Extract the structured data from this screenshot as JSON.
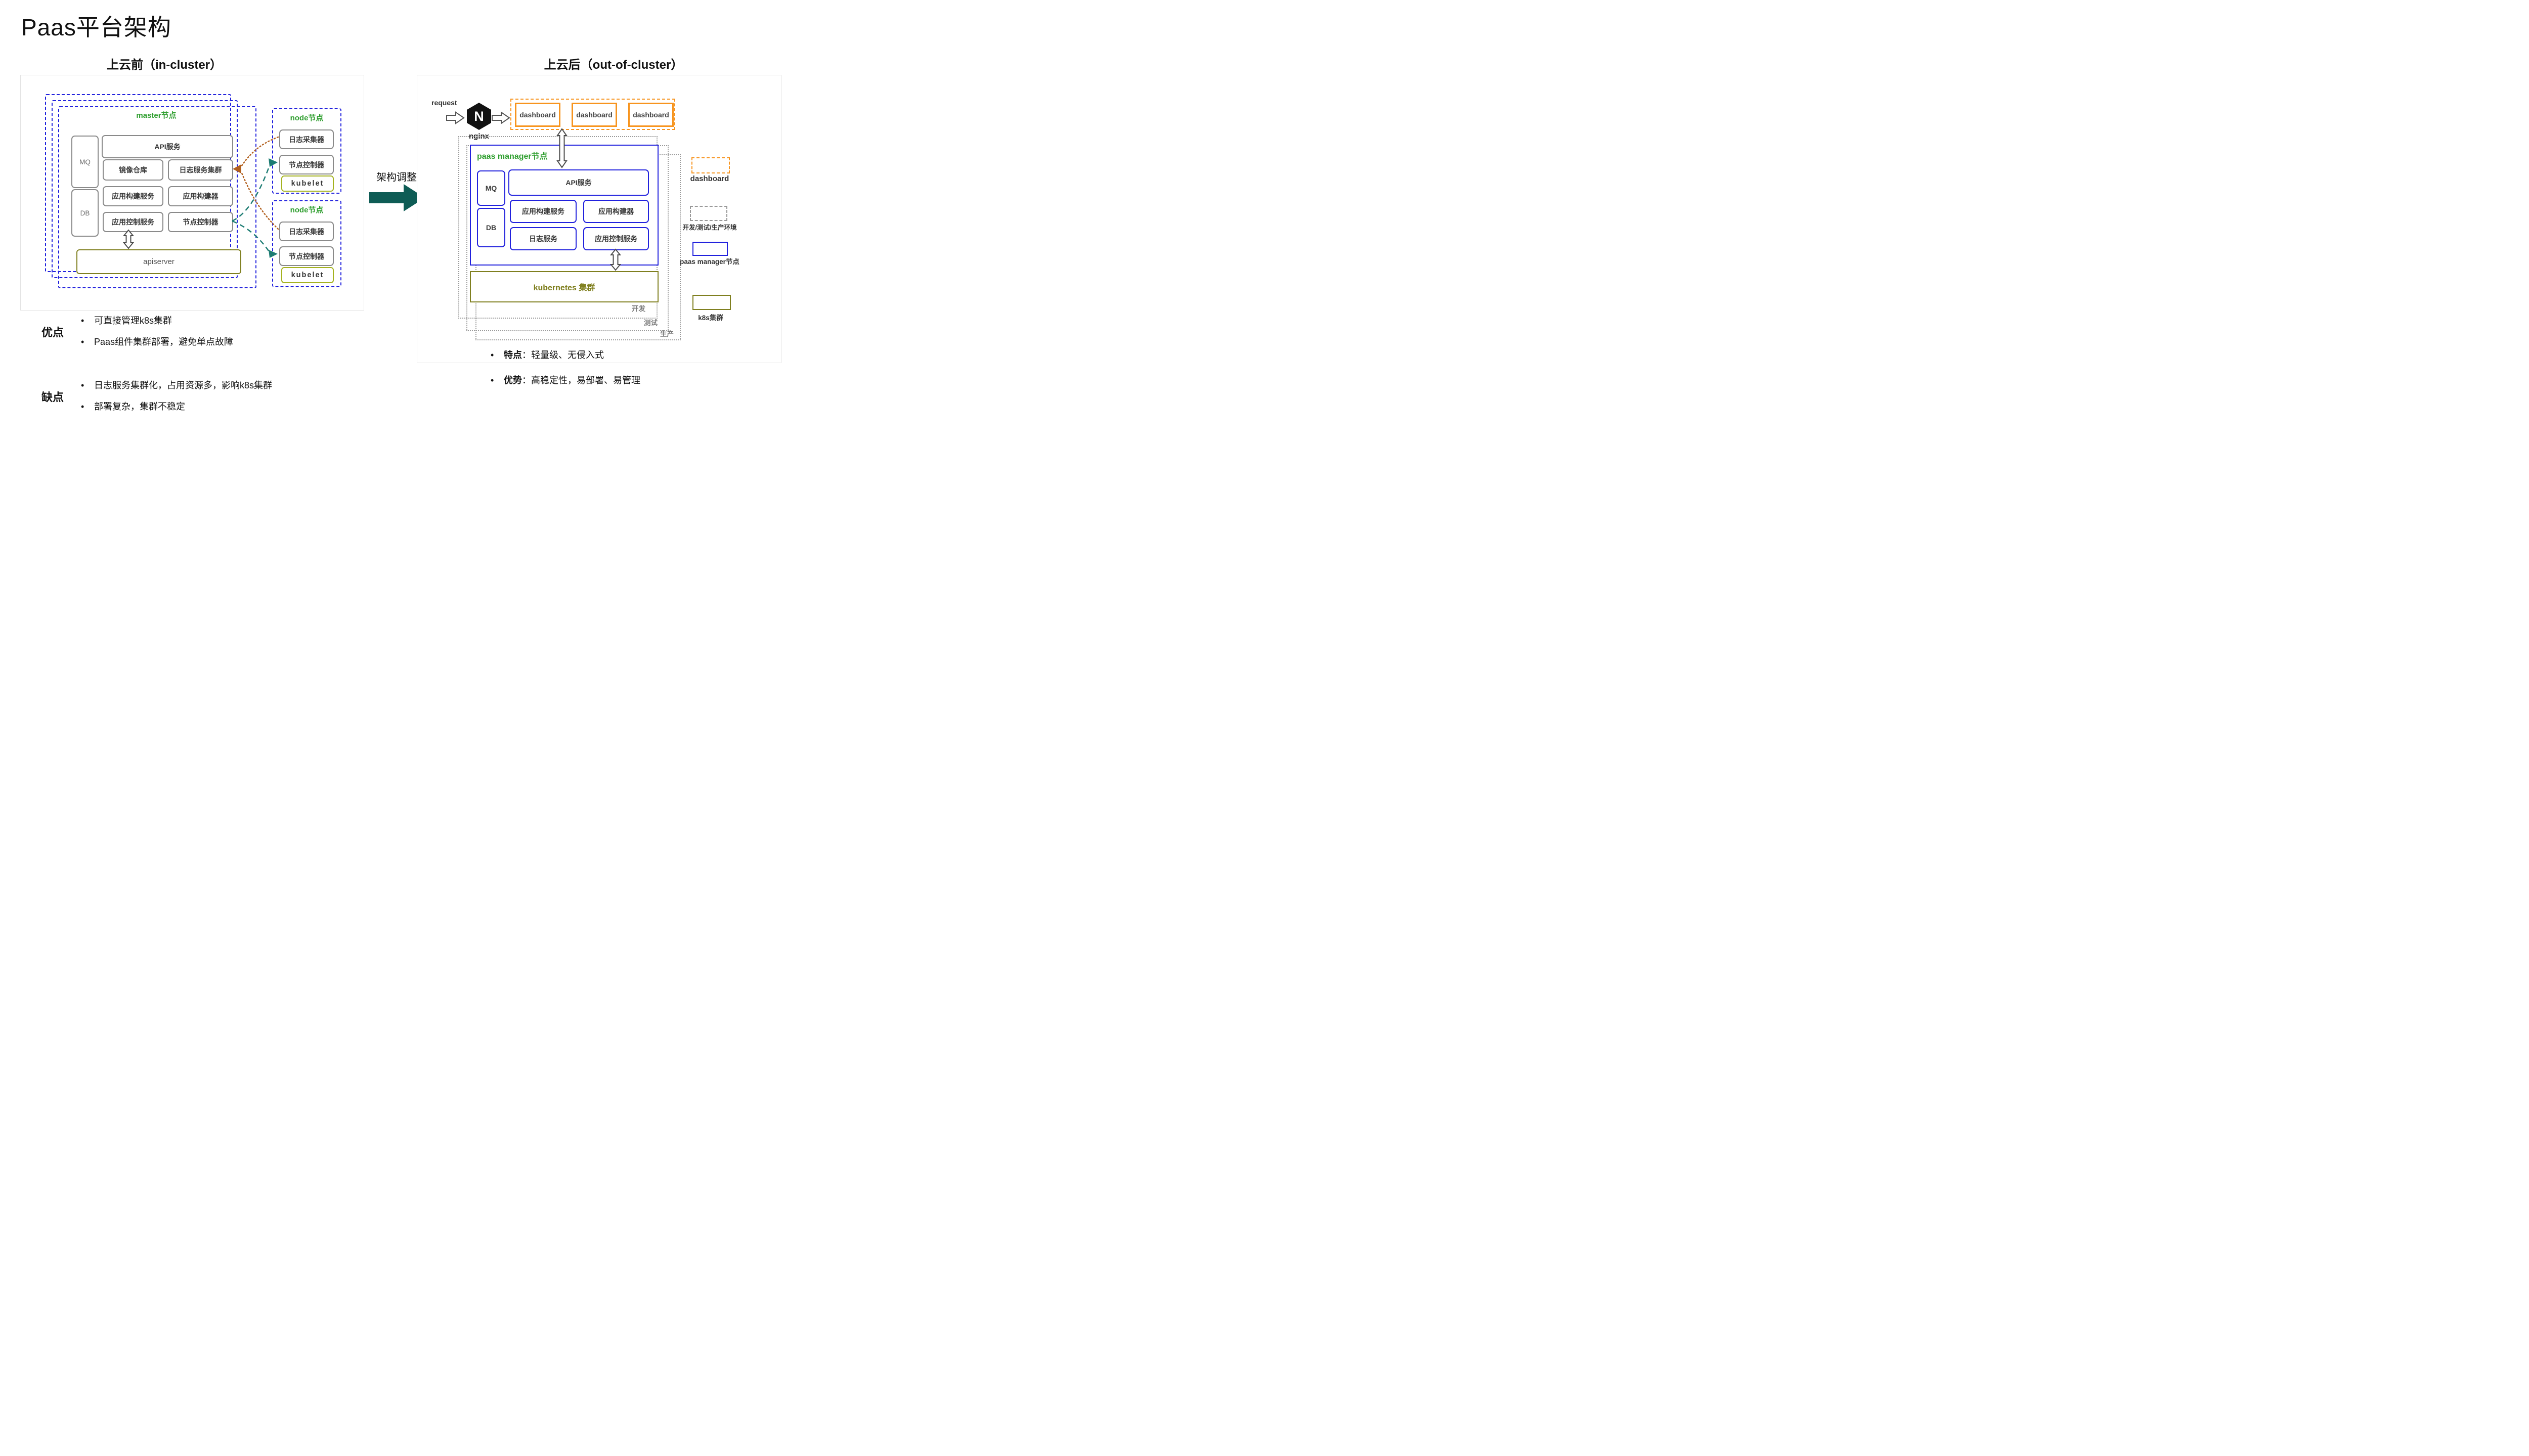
{
  "title": "Paas平台架构",
  "left": {
    "header": "上云前（in-cluster）",
    "master": {
      "label": "master节点",
      "mq": "MQ",
      "db": "DB",
      "api_service": "API服务",
      "image_registry": "镜像仓库",
      "log_service_cluster": "日志服务集群",
      "app_build_service": "应用构建服务",
      "app_builder": "应用构建器",
      "app_control_service": "应用控制服务",
      "node_controller": "节点控制器",
      "apiserver": "apiserver"
    },
    "node1": {
      "label": "node节点",
      "log_collector": "日志采集器",
      "node_controller": "节点控制器",
      "kubelet": "kubelet"
    },
    "node2": {
      "label": "node节点",
      "log_collector": "日志采集器",
      "node_controller": "节点控制器",
      "kubelet": "kubelet"
    },
    "pros": {
      "label": "优点",
      "items": [
        "可直接管理k8s集群",
        "Paas组件集群部署，避免单点故障"
      ]
    },
    "cons": {
      "label": "缺点",
      "items": [
        "日志服务集群化，占用资源多，影响k8s集群",
        "部署复杂，集群不稳定"
      ]
    }
  },
  "middle": {
    "label": "架构调整"
  },
  "right": {
    "header": "上云后（out-of-cluster）",
    "request_label": "request",
    "nginx_label": "nginx",
    "nginx_logo_letter": "N",
    "dashboards": [
      "dashboard",
      "dashboard",
      "dashboard"
    ],
    "paas_manager": {
      "label": "paas manager节点",
      "mq": "MQ",
      "db": "DB",
      "api_service": "API服务",
      "app_build_service": "应用构建服务",
      "app_builder": "应用构建器",
      "log_service": "日志服务",
      "app_control_service": "应用控制服务"
    },
    "kubernetes_cluster": "kubernetes 集群",
    "envs": [
      "开发",
      "测试",
      "生产"
    ],
    "legend": [
      {
        "label": "dashboard"
      },
      {
        "label": "开发/测试/生产环境"
      },
      {
        "label": "paas manager节点"
      },
      {
        "label": "k8s集群"
      }
    ],
    "bullets": [
      {
        "head": "特点",
        "rest": "：轻量级、无侵入式"
      },
      {
        "head": "优势",
        "rest": "：高稳定性，易部署、易管理"
      }
    ]
  },
  "colors": {
    "blue": "#2121dd",
    "green": "#2e9e2e",
    "olive": "#7f7f1f",
    "kubelet_green": "#a4b21f",
    "orange": "#f7941e",
    "teal": "#1d7c73",
    "teal_dark": "#0e5c55",
    "brown": "#b2601e",
    "gray_border": "#8a8a8a"
  }
}
